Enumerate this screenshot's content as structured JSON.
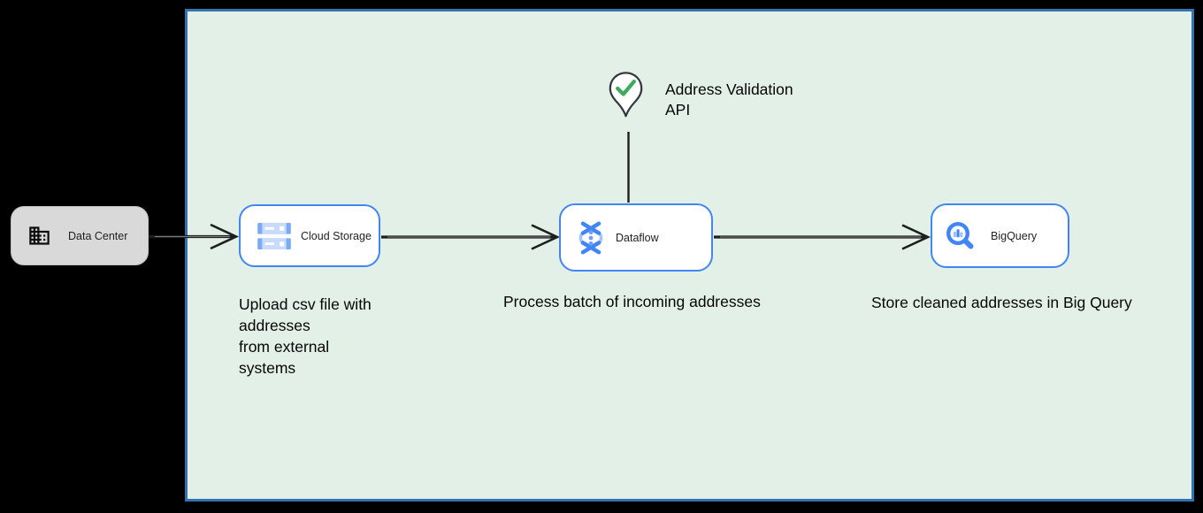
{
  "diagram": {
    "nodes": {
      "data_center": {
        "label": "Data Center",
        "icon": "building-icon",
        "fill": "#d9d9d9"
      },
      "cloud_storage": {
        "label": "Cloud Storage",
        "icon": "cloud-storage-icon",
        "fill": "#ffffff",
        "border": "#4285f4"
      },
      "dataflow": {
        "label": "Dataflow",
        "icon": "dataflow-icon",
        "fill": "#ffffff",
        "border": "#4285f4"
      },
      "bigquery": {
        "label": "BigQuery",
        "icon": "bigquery-icon",
        "fill": "#ffffff",
        "border": "#4285f4"
      }
    },
    "annotations": {
      "validation": {
        "line1": "Address Validation",
        "line2": "API",
        "icon": "map-pin-check-icon"
      },
      "upload": {
        "lines": [
          "Upload csv file with",
          "addresses",
          "from external",
          "systems"
        ]
      },
      "process": {
        "text": "Process batch of incoming addresses"
      },
      "store": {
        "text": "Store cleaned addresses in Big Query"
      }
    },
    "connectors": [
      {
        "from": "data_center",
        "to": "cloud_storage"
      },
      {
        "from": "cloud_storage",
        "to": "dataflow"
      },
      {
        "from": "dataflow",
        "to": "bigquery"
      },
      {
        "from": "address_validation_api",
        "to": "dataflow"
      }
    ],
    "colors": {
      "page_background": "#000000",
      "panel_fill": "#e3f0e7",
      "panel_border": "#3273b2",
      "node_border_blue": "#4285f4",
      "arrow": "#1e1e1e",
      "check_green": "#3cab5b",
      "pin_outline": "#33383d"
    }
  }
}
